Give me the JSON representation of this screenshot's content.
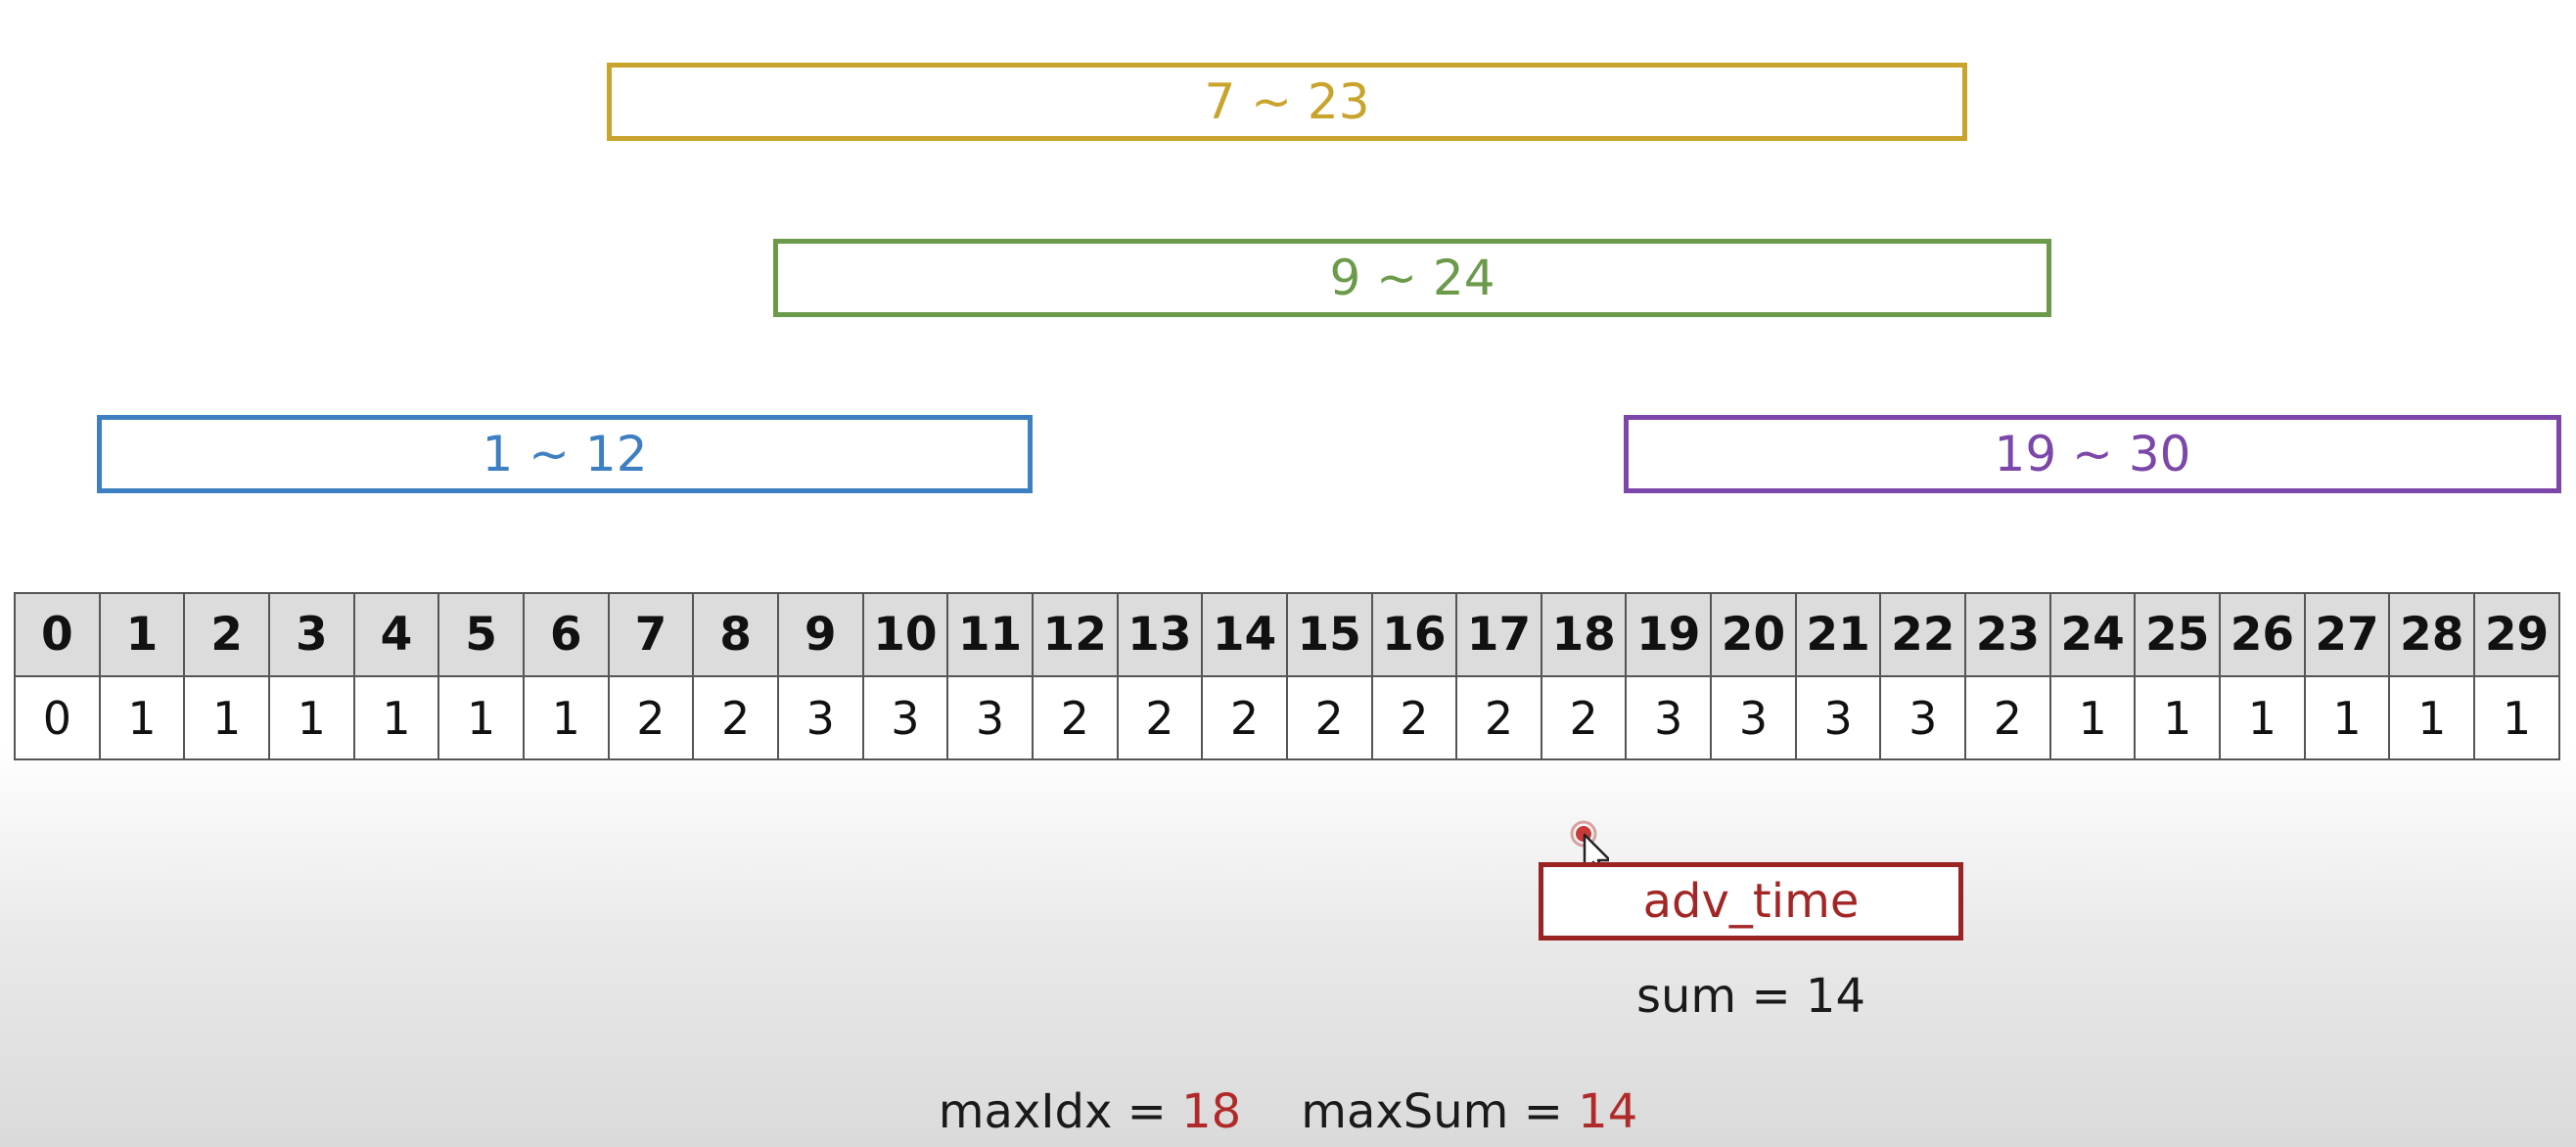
{
  "ranges": [
    {
      "label": "7 ~ 23",
      "color": "#c9a42d"
    },
    {
      "label": "9 ~ 24",
      "color": "#6b9a4a"
    },
    {
      "label": "1 ~ 12",
      "color": "#3d7fc1"
    },
    {
      "label": "19 ~ 30",
      "color": "#7c47a8"
    }
  ],
  "table": {
    "indices": [
      "0",
      "1",
      "2",
      "3",
      "4",
      "5",
      "6",
      "7",
      "8",
      "9",
      "10",
      "11",
      "12",
      "13",
      "14",
      "15",
      "16",
      "17",
      "18",
      "19",
      "20",
      "21",
      "22",
      "23",
      "24",
      "25",
      "26",
      "27",
      "28",
      "29"
    ],
    "values": [
      "0",
      "1",
      "1",
      "1",
      "1",
      "1",
      "1",
      "2",
      "2",
      "3",
      "3",
      "3",
      "2",
      "2",
      "2",
      "2",
      "2",
      "2",
      "2",
      "3",
      "3",
      "3",
      "3",
      "2",
      "1",
      "1",
      "1",
      "1",
      "1",
      "1"
    ]
  },
  "adv_time": {
    "label": "adv_time"
  },
  "sum": {
    "label": "sum",
    "eq": " = ",
    "value": "14"
  },
  "result": {
    "max_idx_label": "maxIdx",
    "max_idx_value": "18",
    "max_sum_label": "maxSum",
    "max_sum_value": "14",
    "eq": " = "
  }
}
